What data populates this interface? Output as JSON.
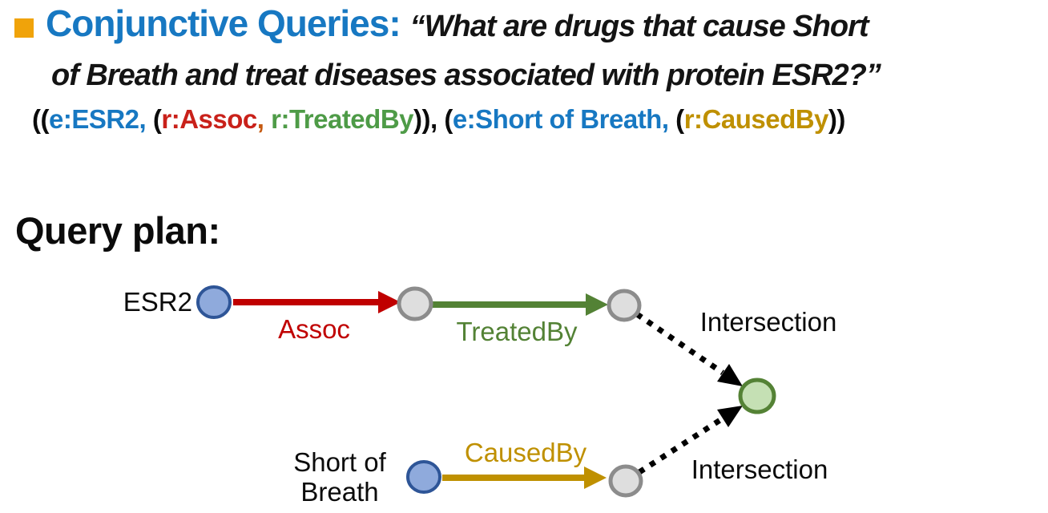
{
  "header": {
    "bullet_color": "#F0A30A",
    "title": "Conjunctive Queries:",
    "title_color": "#1778C2",
    "question_line1": "“What are drugs that cause Short",
    "question_line2": "of Breath and treat diseases associated with protein ESR2?”"
  },
  "formula": {
    "full_text": "((e:ESR2, (r:Assoc, r:TreatedBy)), (e:Short of Breath, (r:CausedBy))",
    "segments": [
      {
        "text": "((",
        "color": "#0b0b0b"
      },
      {
        "text": "e:ESR2,",
        "color": "#1778C2"
      },
      {
        "text": " (",
        "color": "#0b0b0b"
      },
      {
        "text": "r:Assoc",
        "color": "#C9211A"
      },
      {
        "text": ",",
        "color": "#C55A11"
      },
      {
        "text": " r:TreatedBy",
        "color": "#4E9B47"
      },
      {
        "text": ")), (",
        "color": "#0b0b0b"
      },
      {
        "text": "e:Short of Breath,",
        "color": "#1778C2"
      },
      {
        "text": " (",
        "color": "#0b0b0b"
      },
      {
        "text": "r:CausedBy",
        "color": "#BF9000"
      },
      {
        "text": "))",
        "color": "#0b0b0b"
      }
    ]
  },
  "section_title": "Query plan:",
  "diagram": {
    "labels": {
      "entity_top": "ESR2",
      "edge_top_1": "Assoc",
      "edge_top_2": "TreatedBy",
      "intersection_top": "Intersection",
      "entity_bottom_line1": "Short of",
      "entity_bottom_line2": "Breath",
      "edge_bottom": "CausedBy",
      "intersection_bottom": "Intersection"
    },
    "colors": {
      "assoc_edge": "#C00000",
      "treatedby_edge": "#538235",
      "causedby_edge": "#BF9000",
      "dotted_edge": "#000000",
      "entity_node_fill": "#8FAADC",
      "entity_node_border": "#2E5597",
      "variable_node_fill": "#DEDEDE",
      "variable_node_border": "#8C8C8C",
      "intersection_node_fill": "#C5E0B4",
      "intersection_node_border": "#548235"
    },
    "edges": [
      {
        "from": "ESR2",
        "label": "Assoc",
        "to": "v1"
      },
      {
        "from": "v1",
        "label": "TreatedBy",
        "to": "v2"
      },
      {
        "from": "Short of Breath",
        "label": "CausedBy",
        "to": "v3"
      },
      {
        "from": "v2",
        "label": "Intersection",
        "to": "result",
        "style": "dotted"
      },
      {
        "from": "v3",
        "label": "Intersection",
        "to": "result",
        "style": "dotted"
      }
    ]
  }
}
